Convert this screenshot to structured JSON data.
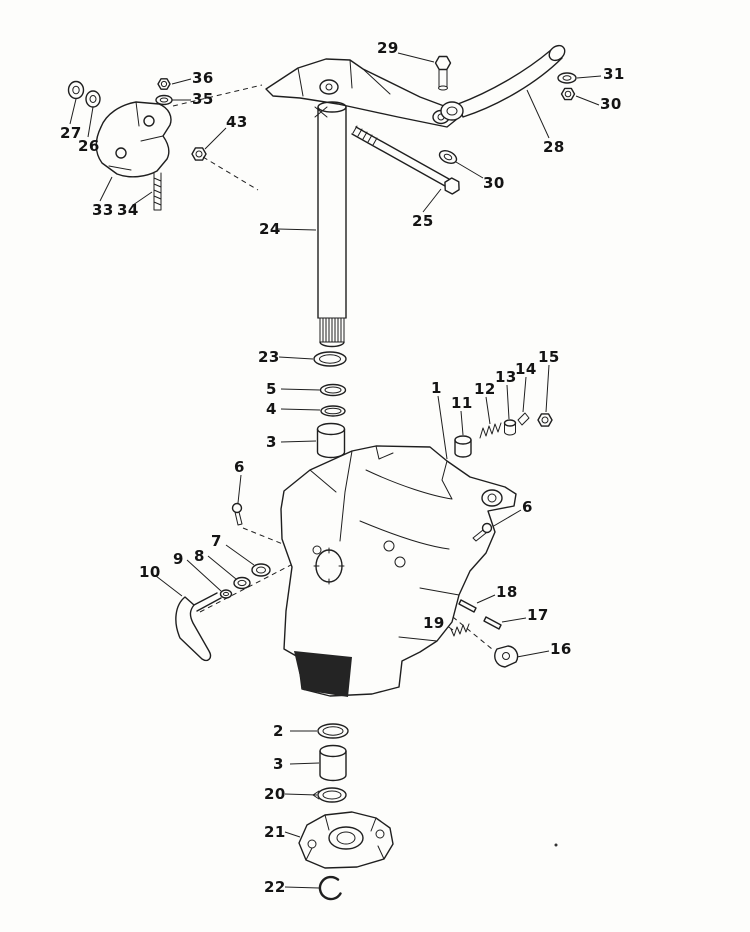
{
  "colors": {
    "line": "#1f1f1f",
    "background": "#fdfdfb"
  },
  "callouts": [
    {
      "label": "36"
    },
    {
      "label": "35"
    },
    {
      "label": "27"
    },
    {
      "label": "26"
    },
    {
      "label": "43"
    },
    {
      "label": "33"
    },
    {
      "label": "34"
    },
    {
      "label": "29"
    },
    {
      "label": "31"
    },
    {
      "label": "30"
    },
    {
      "label": "28"
    },
    {
      "label": "30"
    },
    {
      "label": "25"
    },
    {
      "label": "24"
    },
    {
      "label": "23"
    },
    {
      "label": "5"
    },
    {
      "label": "4"
    },
    {
      "label": "3"
    },
    {
      "label": "1"
    },
    {
      "label": "11"
    },
    {
      "label": "12"
    },
    {
      "label": "13"
    },
    {
      "label": "14"
    },
    {
      "label": "15"
    },
    {
      "label": "6"
    },
    {
      "label": "6"
    },
    {
      "label": "7"
    },
    {
      "label": "8"
    },
    {
      "label": "9"
    },
    {
      "label": "10"
    },
    {
      "label": "18"
    },
    {
      "label": "19"
    },
    {
      "label": "17"
    },
    {
      "label": "16"
    },
    {
      "label": "2"
    },
    {
      "label": "3"
    },
    {
      "label": "20"
    },
    {
      "label": "21"
    },
    {
      "label": "22"
    }
  ]
}
